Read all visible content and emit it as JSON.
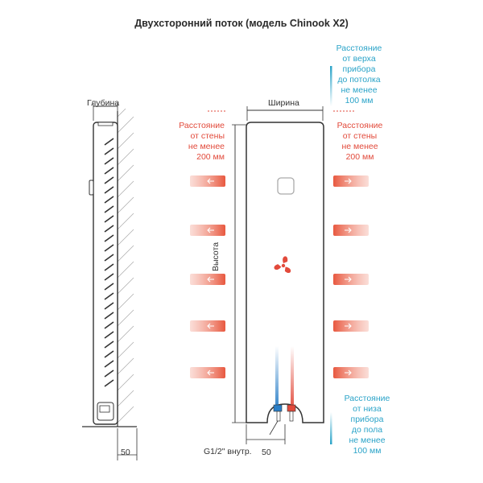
{
  "title": "Двухсторонний поток (модель Chinook X2)",
  "labels": {
    "depth": "Глубина",
    "width": "Ширина",
    "height": "Высота",
    "pipe": "G1/2\" внутр.",
    "dim_left": "50",
    "dim_bottom": "50"
  },
  "notes": {
    "left_wall": [
      "Расстояние",
      "от стены",
      "не менее",
      "200 мм"
    ],
    "right_wall": [
      "Расстояние",
      "от стены",
      "не менее",
      "200 мм"
    ],
    "top": [
      "Расстояние",
      "от верха",
      "прибора",
      "до потолка",
      "не менее",
      "100 мм"
    ],
    "bottom": [
      "Расстояние",
      "от низа",
      "прибора",
      "до пола",
      "не менее",
      "100 мм"
    ]
  },
  "colors": {
    "accent_red": "#e24a3b",
    "accent_blue": "#2aa3c8",
    "line": "#333333"
  },
  "icons": {
    "fan": "fan-icon",
    "airflow": "airflow-arrow-icon"
  }
}
